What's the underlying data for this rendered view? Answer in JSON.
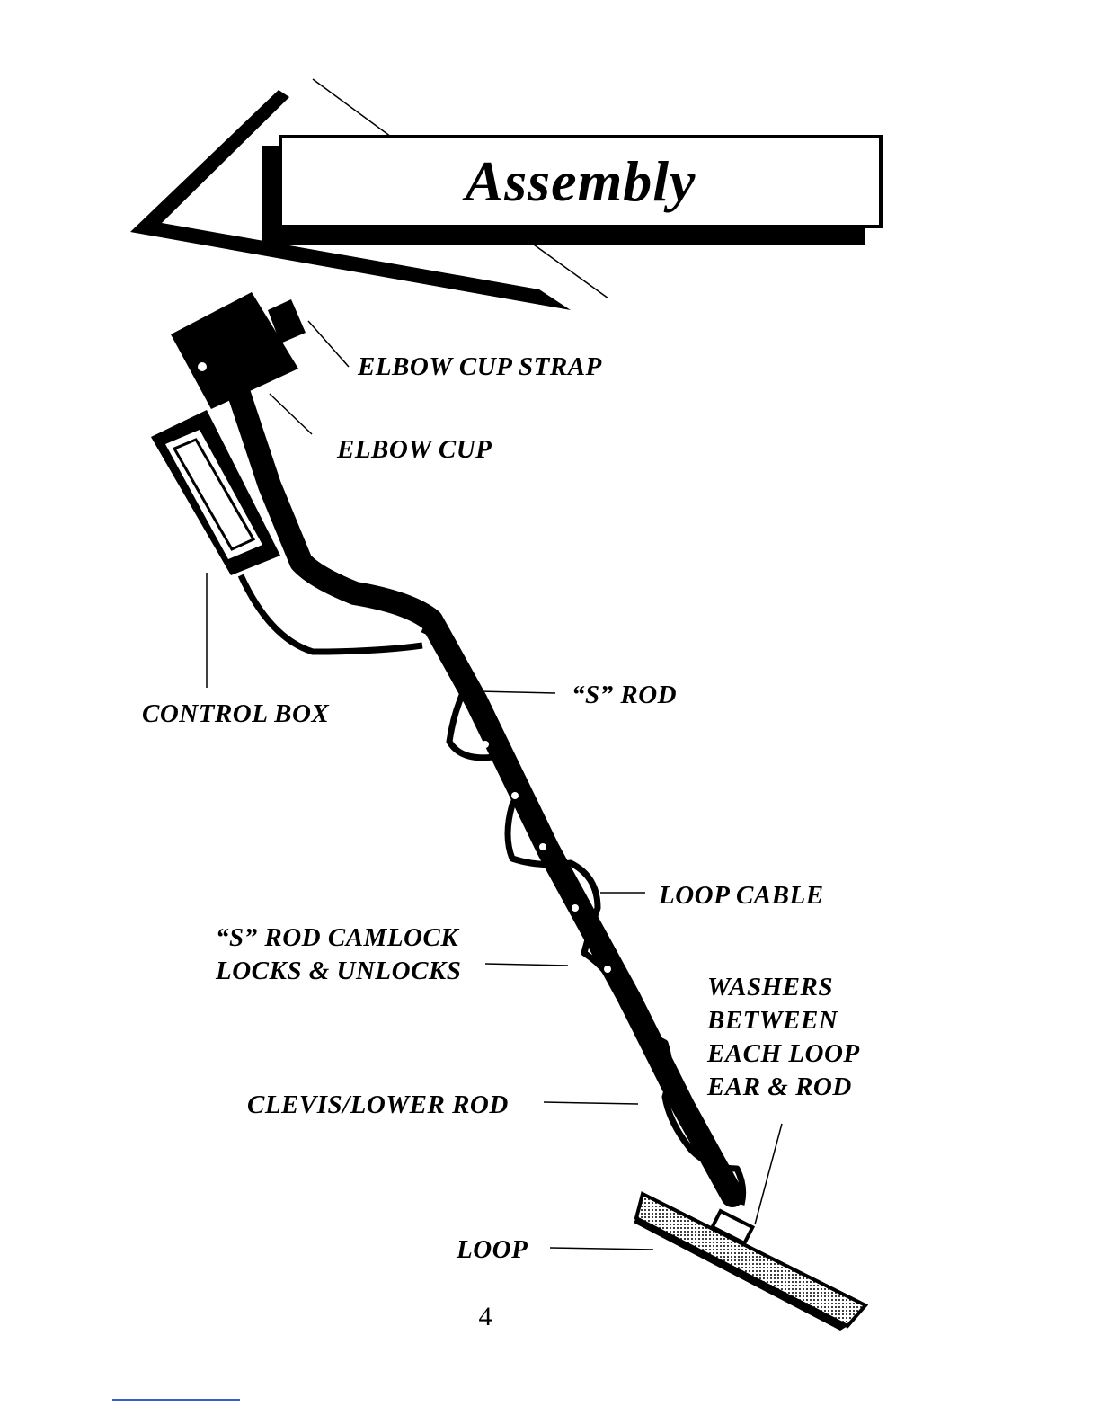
{
  "title": "Assembly",
  "page_number": "4",
  "labels": {
    "elbow_cup_strap": "ELBOW CUP STRAP",
    "elbow_cup": "ELBOW CUP",
    "control_box": "CONTROL BOX",
    "s_rod": "“S” ROD",
    "loop_cable": "LOOP CABLE",
    "s_rod_camlock": [
      "“S” ROD CAMLOCK",
      "LOCKS & UNLOCKS"
    ],
    "washers": [
      "WASHERS",
      "BETWEEN",
      "EACH LOOP",
      "EAR & ROD"
    ],
    "clevis_lower_rod": "CLEVIS/LOWER ROD",
    "loop": "LOOP"
  },
  "colors": {
    "ink": "#000000",
    "paper": "#ffffff",
    "footer_rule": "#3a5fcd"
  }
}
